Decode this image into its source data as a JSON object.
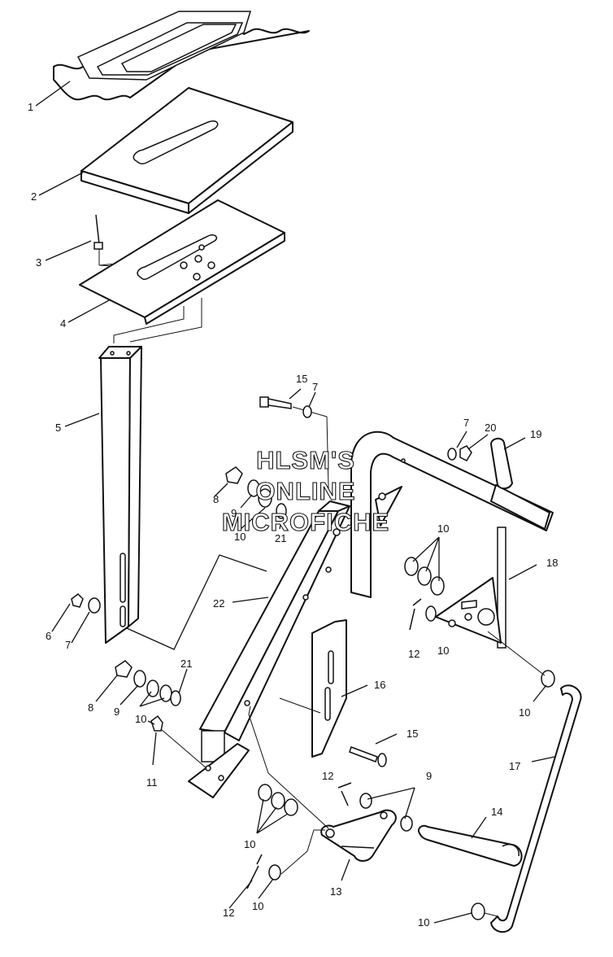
{
  "watermark": {
    "line1": "HLSM'S",
    "line2": "ONLINE",
    "line3": "MICROFICHE"
  },
  "callouts": [
    {
      "id": "c1",
      "text": "1"
    },
    {
      "id": "c2",
      "text": "2"
    },
    {
      "id": "c3",
      "text": "3"
    },
    {
      "id": "c4",
      "text": "4"
    },
    {
      "id": "c5",
      "text": "5"
    },
    {
      "id": "c6",
      "text": "6"
    },
    {
      "id": "c7a",
      "text": "7"
    },
    {
      "id": "c7b",
      "text": "7"
    },
    {
      "id": "c7c",
      "text": "7"
    },
    {
      "id": "c8a",
      "text": "8"
    },
    {
      "id": "c8b",
      "text": "8"
    },
    {
      "id": "c9a",
      "text": "9"
    },
    {
      "id": "c9b",
      "text": "9"
    },
    {
      "id": "c9c",
      "text": "9"
    },
    {
      "id": "c10a",
      "text": "10"
    },
    {
      "id": "c10b",
      "text": "10"
    },
    {
      "id": "c10c",
      "text": "10"
    },
    {
      "id": "c10d",
      "text": "10"
    },
    {
      "id": "c10e",
      "text": "10"
    },
    {
      "id": "c10f",
      "text": "10"
    },
    {
      "id": "c10g",
      "text": "10"
    },
    {
      "id": "c10h",
      "text": "10"
    },
    {
      "id": "c11",
      "text": "11"
    },
    {
      "id": "c12a",
      "text": "12"
    },
    {
      "id": "c12b",
      "text": "12"
    },
    {
      "id": "c12c",
      "text": "12"
    },
    {
      "id": "c13",
      "text": "13"
    },
    {
      "id": "c14",
      "text": "14"
    },
    {
      "id": "c15a",
      "text": "15"
    },
    {
      "id": "c15b",
      "text": "15"
    },
    {
      "id": "c16",
      "text": "16"
    },
    {
      "id": "c17",
      "text": "17"
    },
    {
      "id": "c18",
      "text": "18"
    },
    {
      "id": "c19",
      "text": "19"
    },
    {
      "id": "c20",
      "text": "20"
    },
    {
      "id": "c21a",
      "text": "21"
    },
    {
      "id": "c21b",
      "text": "21"
    },
    {
      "id": "c22",
      "text": "22"
    }
  ]
}
